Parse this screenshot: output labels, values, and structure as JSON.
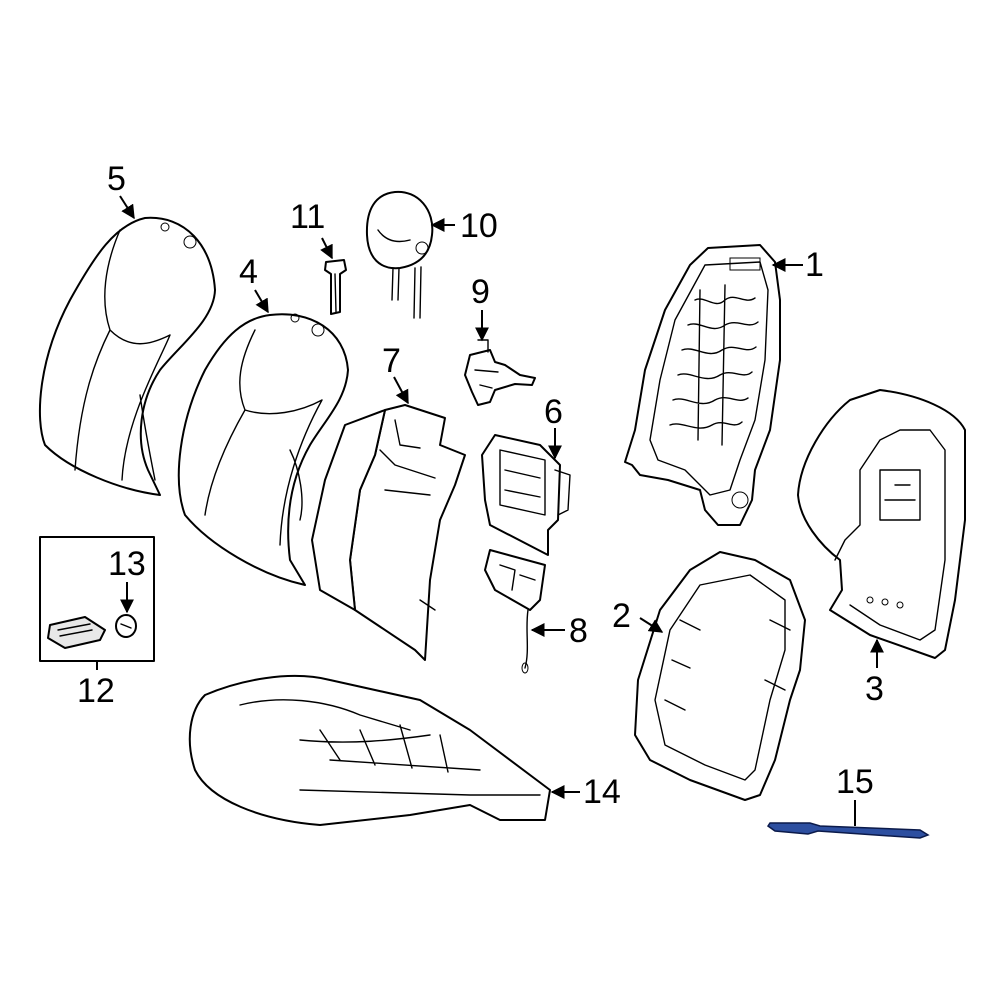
{
  "callouts": {
    "c1": "1",
    "c2": "2",
    "c3": "3",
    "c4": "4",
    "c5": "5",
    "c6": "6",
    "c7": "7",
    "c8": "8",
    "c9": "9",
    "c10": "10",
    "c11": "11",
    "c12": "12",
    "c13": "13",
    "c14": "14",
    "c15": "15"
  },
  "colors": {
    "highlight_part": "#2d4fa0",
    "line": "#000000",
    "background": "#ffffff"
  }
}
